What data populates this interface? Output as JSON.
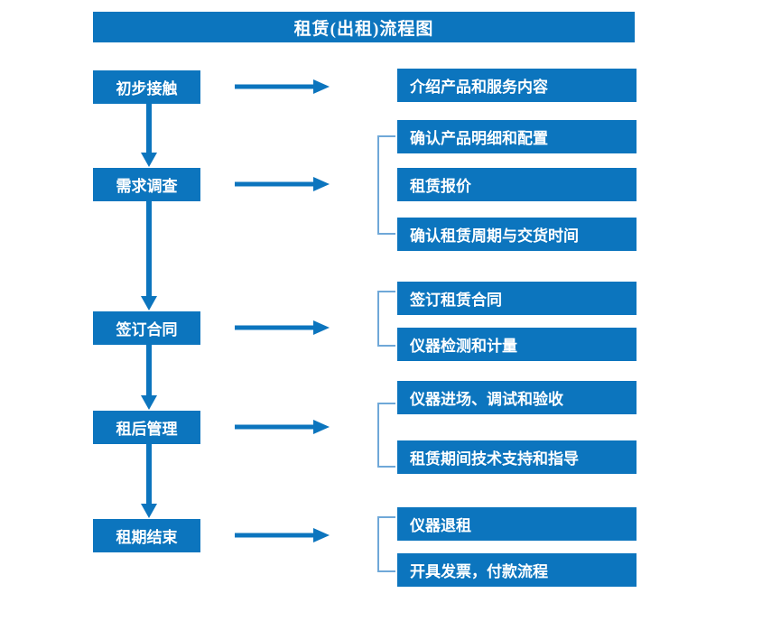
{
  "title": "租赁(出租)流程图",
  "colors": {
    "box_blue": "#0C75BE",
    "arrow_blue": "#0C75BE",
    "bracket_blue": "#6FA8D8",
    "text_white": "#FFFFFF",
    "background": "#FFFFFF"
  },
  "stages": [
    {
      "label": "初步接触"
    },
    {
      "label": "需求调查"
    },
    {
      "label": "签订合同"
    },
    {
      "label": "租后管理"
    },
    {
      "label": "租期结束"
    }
  ],
  "details": {
    "group1": [
      {
        "label": "介绍产品和服务内容"
      }
    ],
    "group2": [
      {
        "label": "确认产品明细和配置"
      },
      {
        "label": "租赁报价"
      },
      {
        "label": "确认租赁周期与交货时间"
      }
    ],
    "group3": [
      {
        "label": "签订租赁合同"
      },
      {
        "label": "仪器检测和计量"
      }
    ],
    "group4": [
      {
        "label": "仪器进场、调试和验收"
      },
      {
        "label": "租赁期间技术支持和指导"
      }
    ],
    "group5": [
      {
        "label": "仪器退租"
      },
      {
        "label": "开具发票，付款流程"
      }
    ]
  }
}
